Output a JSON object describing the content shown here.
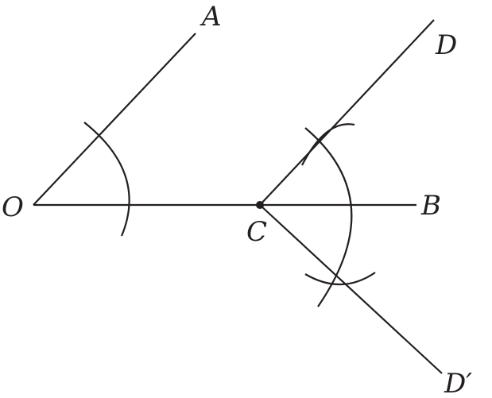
{
  "diagram": {
    "labels": {
      "O": "O",
      "A": "A",
      "B": "B",
      "C": "C",
      "D": "D",
      "D_prime": "D′"
    },
    "colors": {
      "ink": "#231f20",
      "background": "#ffffff"
    }
  }
}
